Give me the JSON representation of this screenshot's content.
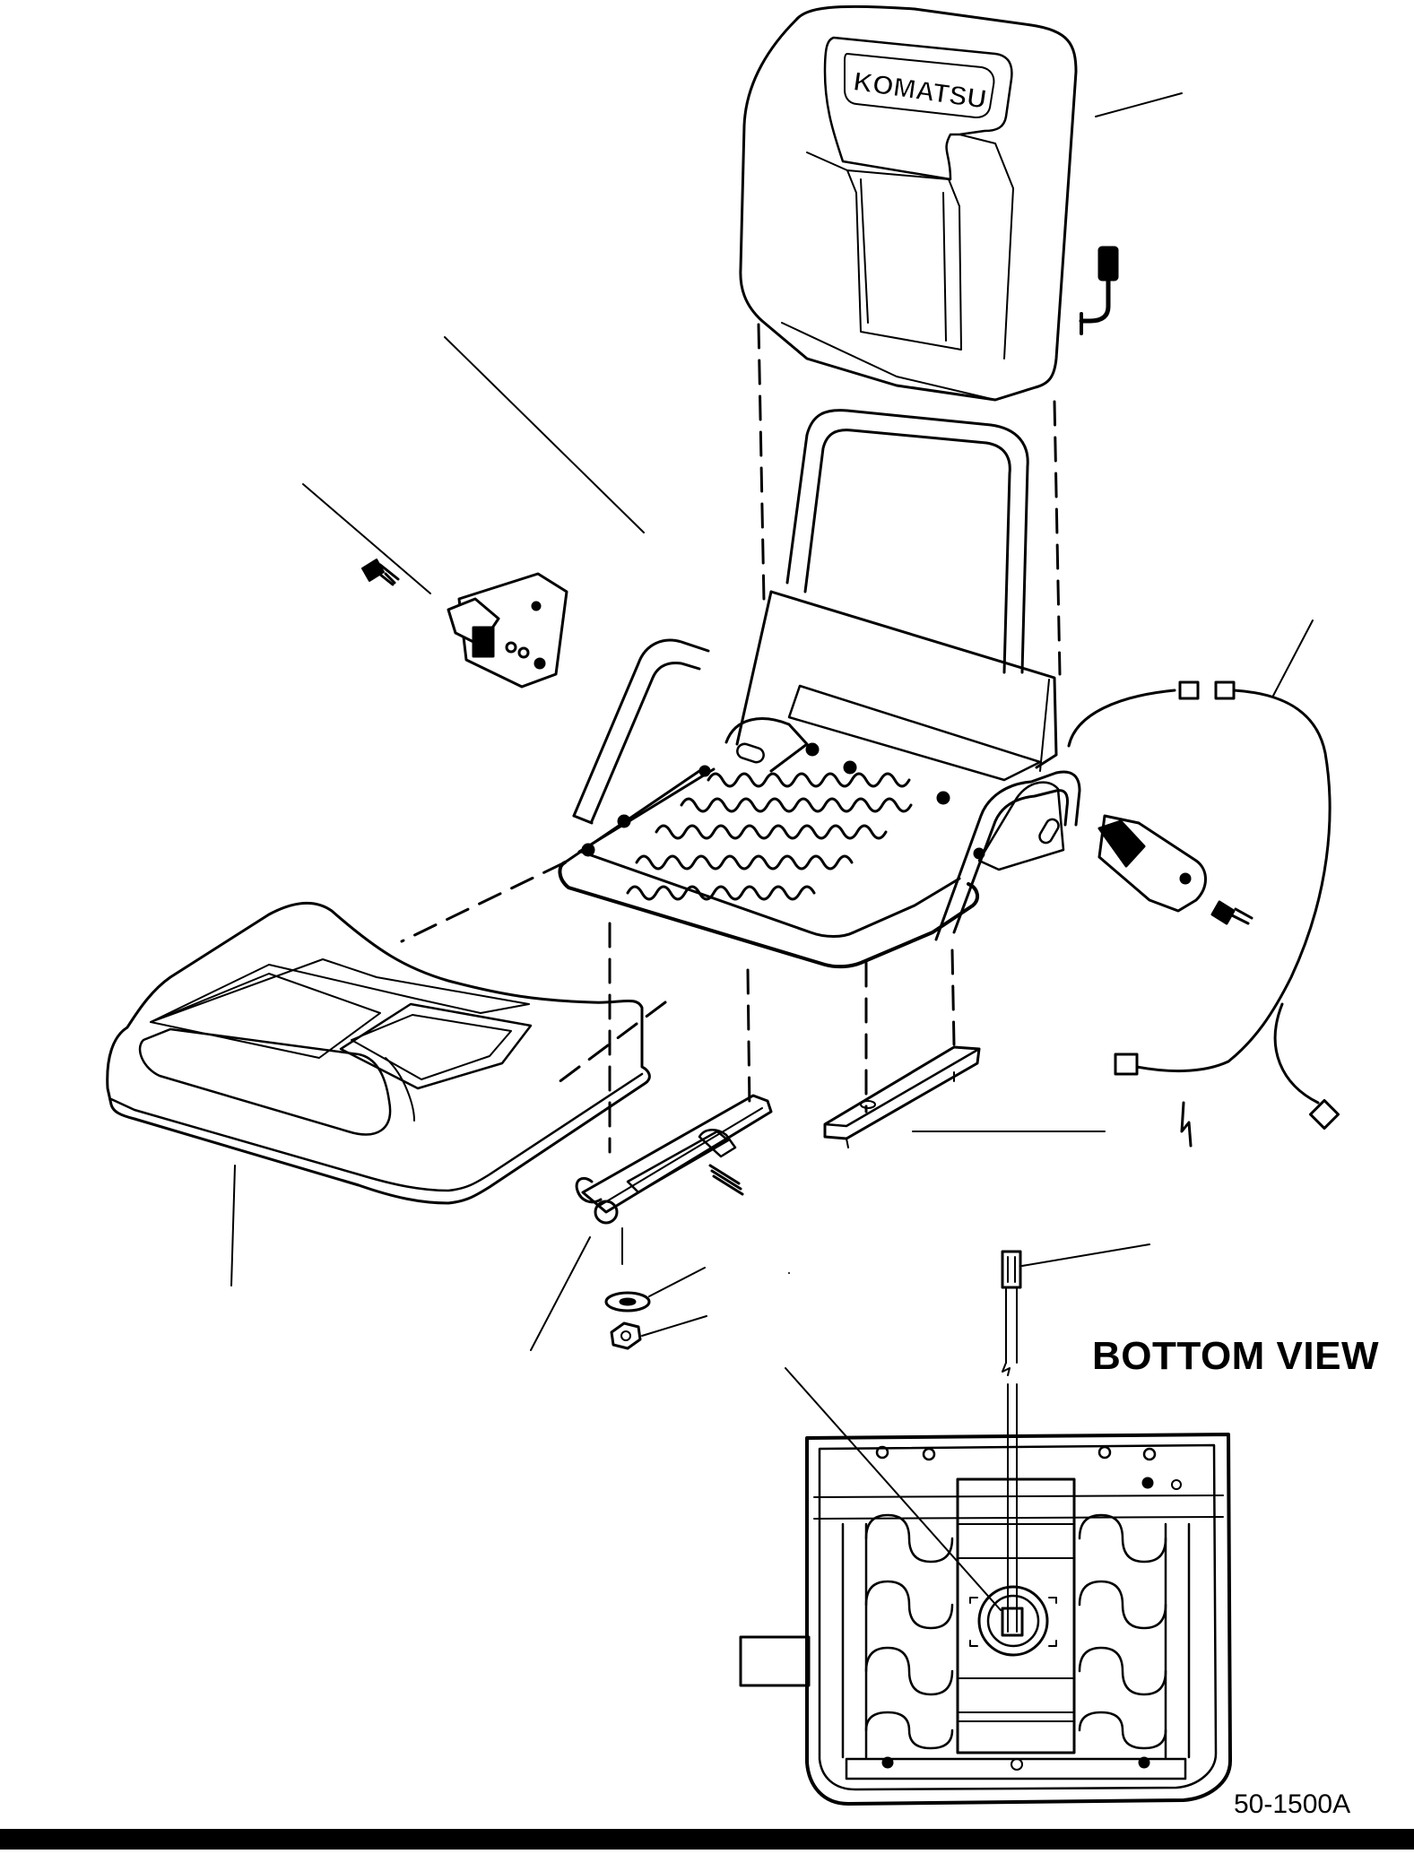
{
  "figure": {
    "brand_mark": "KOMATSU",
    "view_label": "BOTTOM VIEW",
    "figure_number": "50-1500A"
  },
  "colors": {
    "ink": "#000000",
    "paper": "#ffffff"
  }
}
